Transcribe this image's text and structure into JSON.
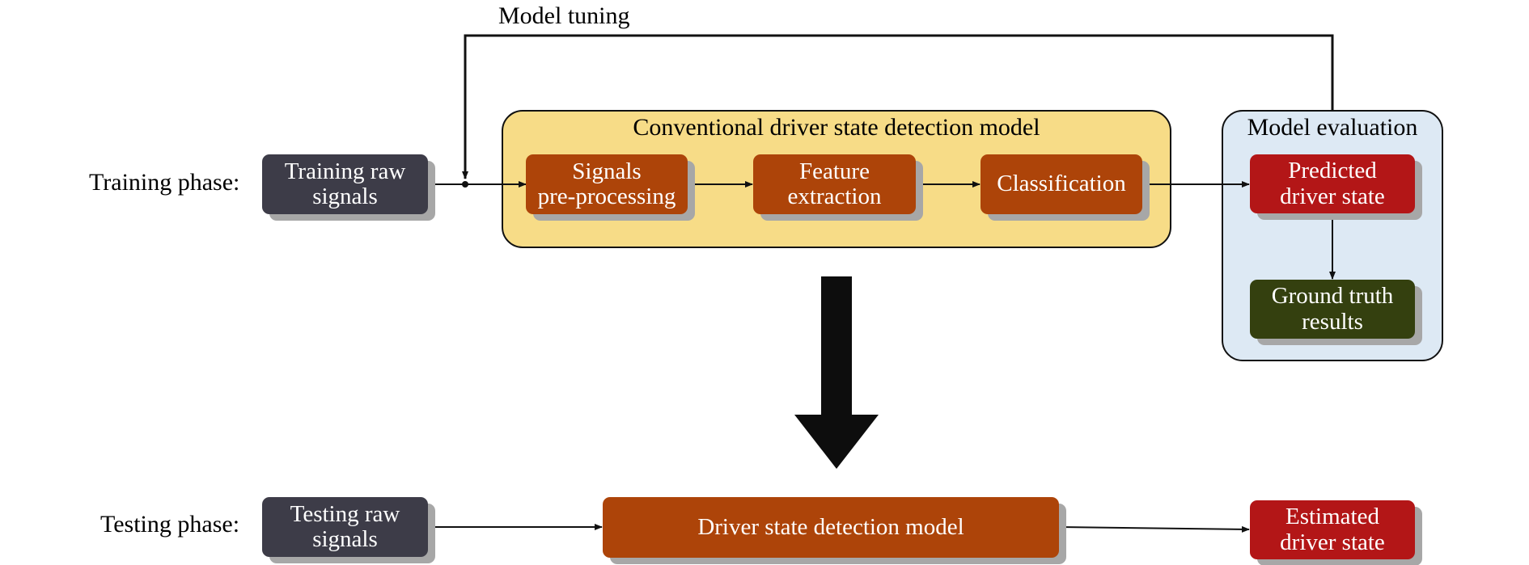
{
  "tuning_label": "Model tuning",
  "training": {
    "phase_label": "Training phase:",
    "raw_signals": "Training raw\nsignals",
    "model_group_title": "Conventional driver state detection model",
    "preprocessing": "Signals\npre-processing",
    "feature_extraction": "Feature\nextraction",
    "classification": "Classification",
    "evaluation_group_title": "Model evaluation",
    "predicted": "Predicted\ndriver state",
    "ground_truth": "Ground truth\nresults"
  },
  "testing": {
    "phase_label": "Testing phase:",
    "raw_signals": "Testing  raw\nsignals",
    "model": "Driver state detection model",
    "estimated": "Estimated\ndriver state"
  },
  "colors": {
    "input_box": "#3d3c48",
    "process_box": "#ad4409",
    "output_box": "#b31617",
    "ground_truth_box": "#34400f",
    "model_group_fill": "#f7dc87",
    "evaluation_group_fill": "#dde9f4"
  }
}
